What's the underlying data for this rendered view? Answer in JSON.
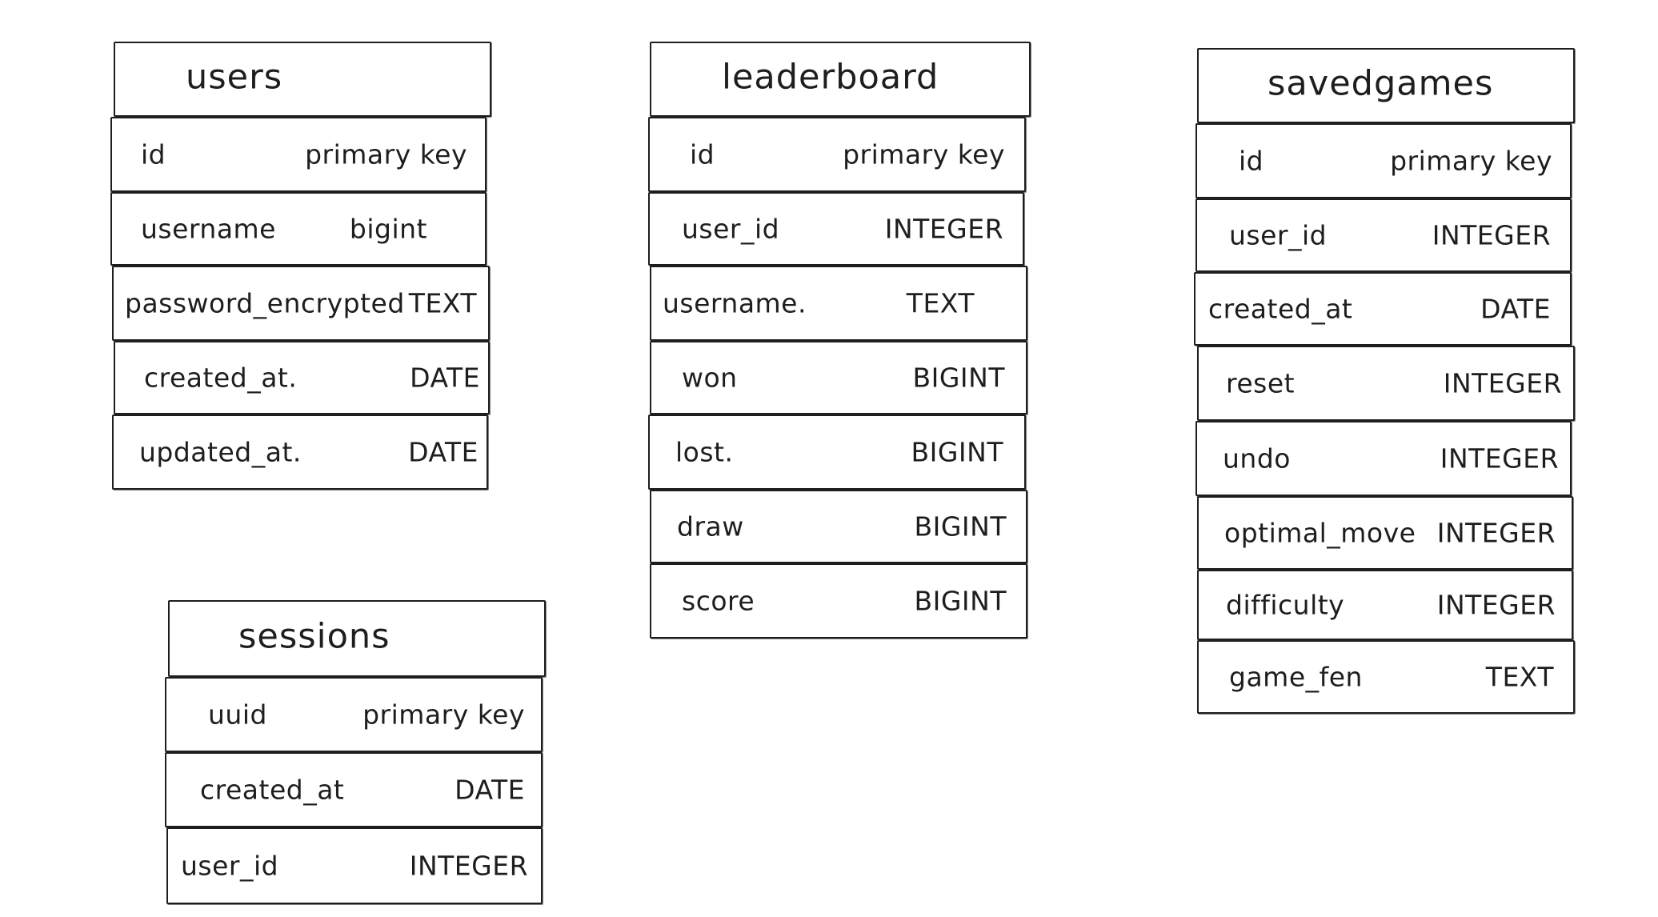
{
  "tables": {
    "users": {
      "title": "users",
      "rows": [
        {
          "name": "id",
          "type": "primary key"
        },
        {
          "name": "username",
          "type": "bigint"
        },
        {
          "name": "password_encrypted",
          "type": "TEXT"
        },
        {
          "name": "created_at.",
          "type": "DATE"
        },
        {
          "name": "updated_at.",
          "type": "DATE"
        }
      ]
    },
    "sessions": {
      "title": "sessions",
      "rows": [
        {
          "name": "uuid",
          "type": "primary key"
        },
        {
          "name": "created_at",
          "type": "DATE"
        },
        {
          "name": "user_id",
          "type": "INTEGER"
        }
      ]
    },
    "leaderboard": {
      "title": "leaderboard",
      "rows": [
        {
          "name": "id",
          "type": "primary key"
        },
        {
          "name": "user_id",
          "type": "INTEGER"
        },
        {
          "name": "username.",
          "type": "TEXT"
        },
        {
          "name": "won",
          "type": "BIGINT"
        },
        {
          "name": "lost.",
          "type": "BIGINT"
        },
        {
          "name": "draw",
          "type": "BIGINT"
        },
        {
          "name": "score",
          "type": "BIGINT"
        }
      ]
    },
    "savedgames": {
      "title": "savedgames",
      "rows": [
        {
          "name": "id",
          "type": "primary key"
        },
        {
          "name": "user_id",
          "type": "INTEGER"
        },
        {
          "name": "created_at",
          "type": "DATE"
        },
        {
          "name": "reset",
          "type": "INTEGER"
        },
        {
          "name": "undo",
          "type": "INTEGER"
        },
        {
          "name": "optimal_move",
          "type": "INTEGER"
        },
        {
          "name": "difficulty",
          "type": "INTEGER"
        },
        {
          "name": "game_fen",
          "type": "TEXT"
        }
      ]
    }
  },
  "colors": {
    "stroke": "#1e1e1e",
    "background": "#ffffff"
  }
}
